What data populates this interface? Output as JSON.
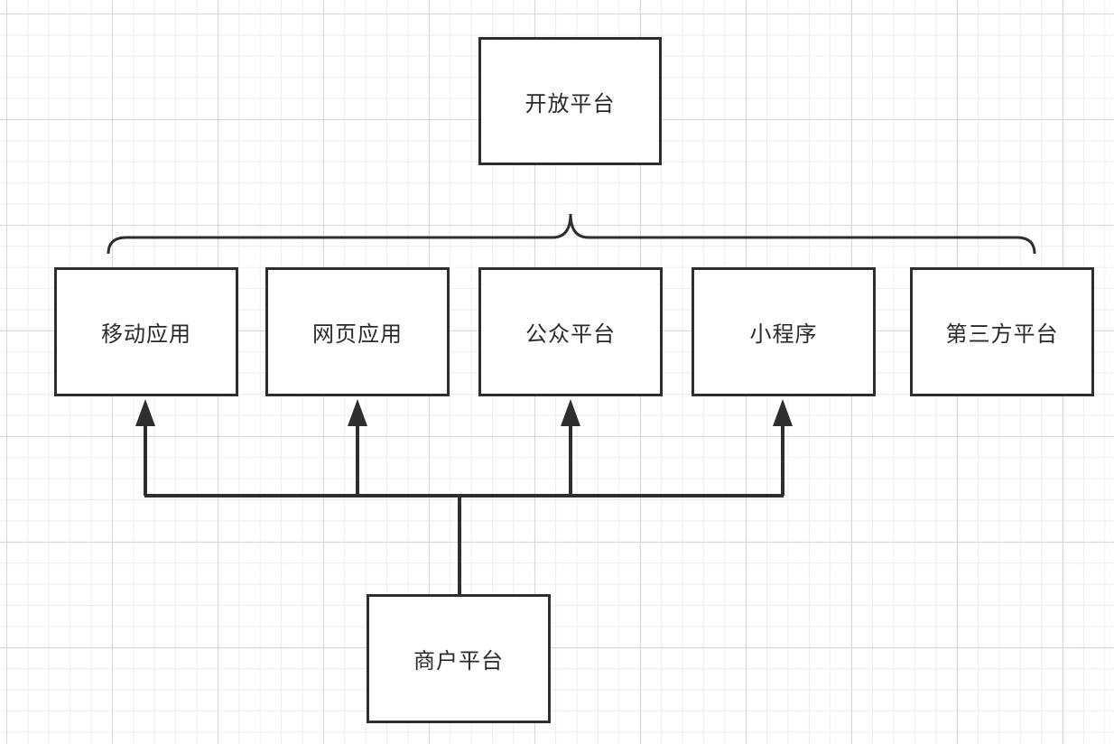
{
  "diagram": {
    "top_node": {
      "label": "开放平台"
    },
    "middle_nodes": [
      {
        "label": "移动应用"
      },
      {
        "label": "网页应用"
      },
      {
        "label": "公众平台"
      },
      {
        "label": "小程序"
      },
      {
        "label": "第三方平台"
      }
    ],
    "bottom_node": {
      "label": "商户平台"
    },
    "colors": {
      "stroke": "#2e2e2e",
      "text": "#2a2a2a",
      "grid_major": "#d7d7d7",
      "grid_minor": "#eeeeee",
      "background": "#ffffff"
    }
  }
}
